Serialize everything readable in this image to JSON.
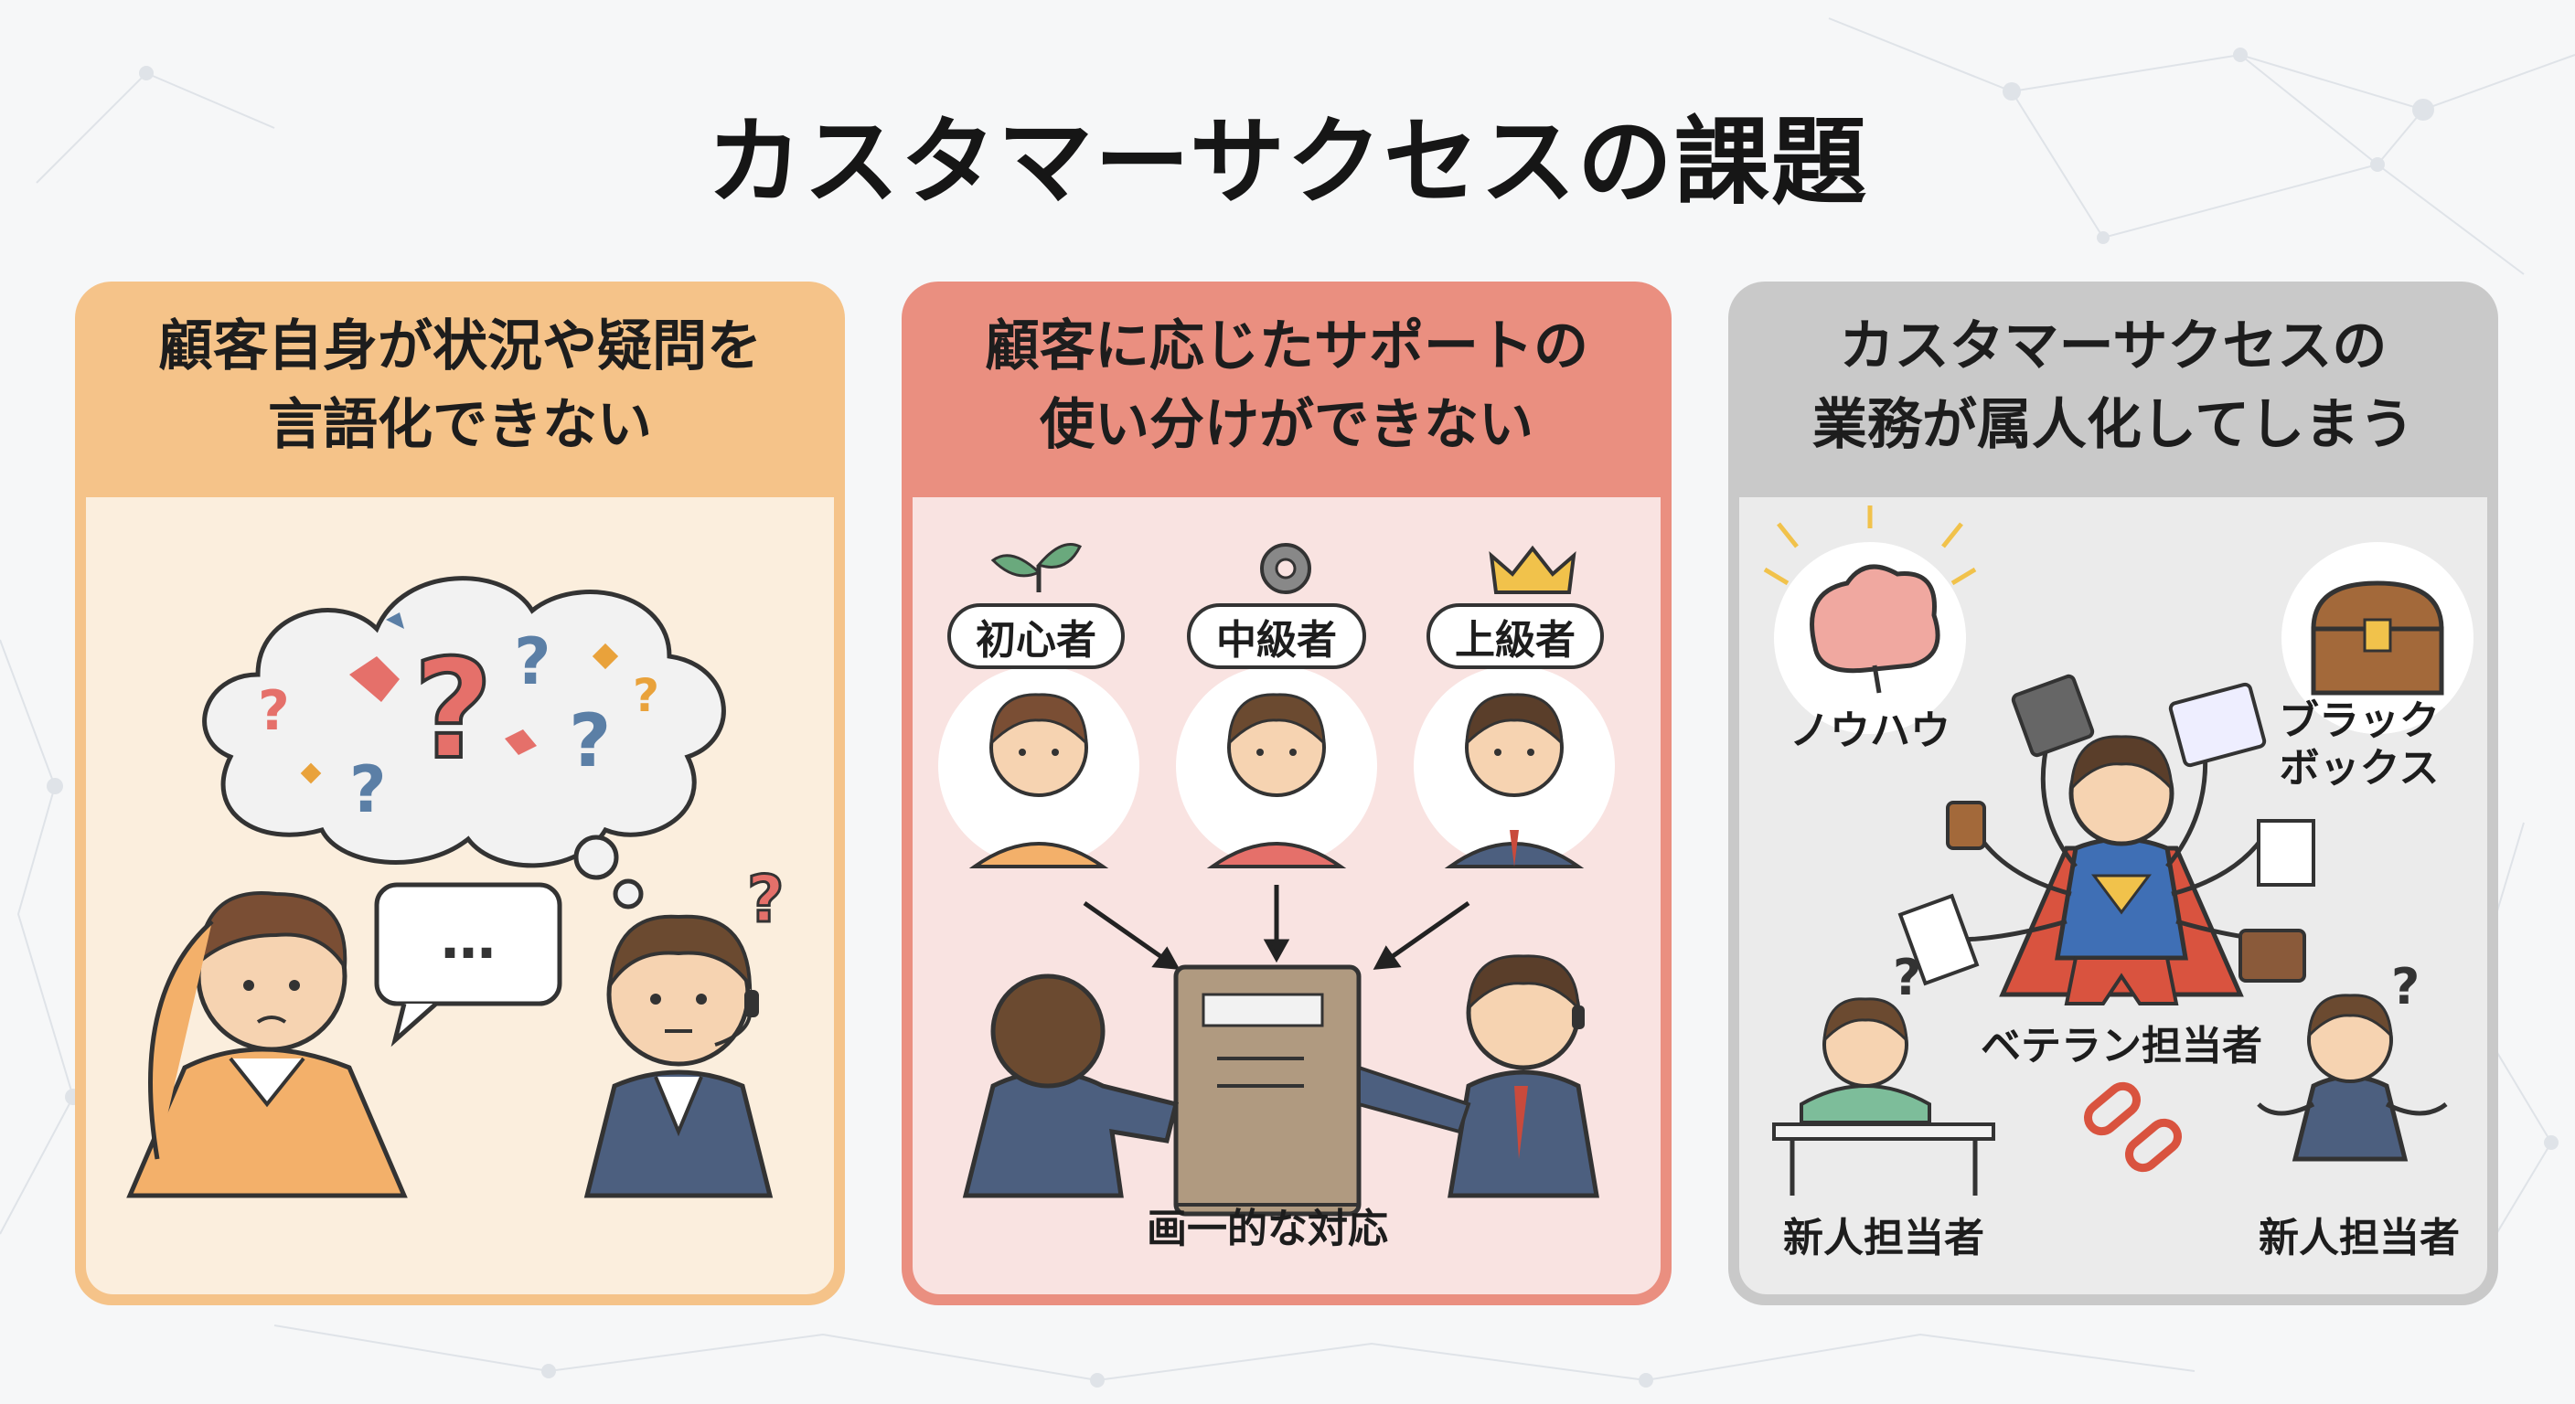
{
  "title": "カスタマーサクセスの課題",
  "colors": {
    "panel1_header": "#f5c389",
    "panel1_body": "#fbeedd",
    "panel2_header": "#ea8f80",
    "panel2_body": "#f9e3e1",
    "panel3_header": "#c9c9c9",
    "panel3_body": "#ebebeb"
  },
  "panels": [
    {
      "heading_lines": [
        "顧客自身が状況や疑問を",
        "言語化できない"
      ],
      "bubble_text": "…"
    },
    {
      "heading_lines": [
        "顧客に応じたサポートの",
        "使い分けができない"
      ],
      "levels": [
        "初心者",
        "中級者",
        "上級者"
      ],
      "caption": "画一的な対応"
    },
    {
      "heading_lines": [
        "カスタマーサクセスの",
        "業務が属人化してしまう"
      ],
      "know_how": "ノウハウ",
      "black_box_lines": [
        "ブラック",
        "ボックス"
      ],
      "veteran": "ベテラン担当者",
      "newcomer_left": "新人担当者",
      "newcomer_right": "新人担当者"
    }
  ]
}
